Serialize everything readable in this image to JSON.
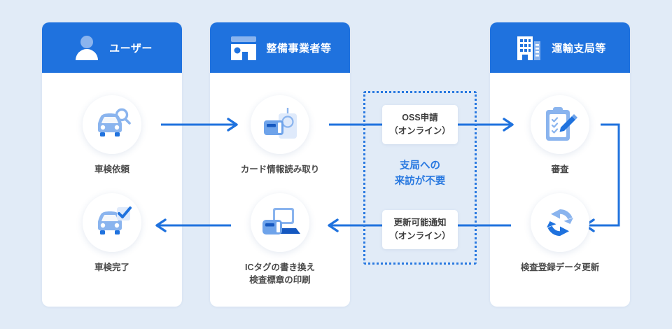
{
  "diagram": {
    "background_color": "#e1ebf7",
    "accent_color": "#1f72de",
    "accent_light": "#8ab4ee"
  },
  "columns": [
    {
      "id": "user",
      "title": "ユーザー",
      "icon": "user-icon"
    },
    {
      "id": "shop",
      "title": "整備事業者等",
      "icon": "garage-icon"
    },
    {
      "id": "bureau",
      "title": "運輸支局等",
      "icon": "office-building-icon"
    }
  ],
  "nodes": {
    "request": {
      "label": "車検依頼",
      "icon": "car-inspection-icon"
    },
    "card": {
      "label": "カード情報読み取り",
      "icon": "card-reader-icon"
    },
    "review": {
      "label": "審査",
      "icon": "clipboard-pencil-icon"
    },
    "done": {
      "label": "車検完了",
      "icon": "car-check-icon"
    },
    "ictag": {
      "label": "ICタグの書き換え\n検査標章の印刷",
      "icon": "ic-tag-printer-icon"
    },
    "update": {
      "label": "検査登録データ更新",
      "icon": "refresh-sync-icon"
    }
  },
  "online_region": {
    "oss_application": "OSS申請\n（オンライン）",
    "renewal_notice": "更新可能通知\n（オンライン）",
    "highlight": "支局への\n来訪が不要",
    "highlight_color": "#2979e0"
  }
}
